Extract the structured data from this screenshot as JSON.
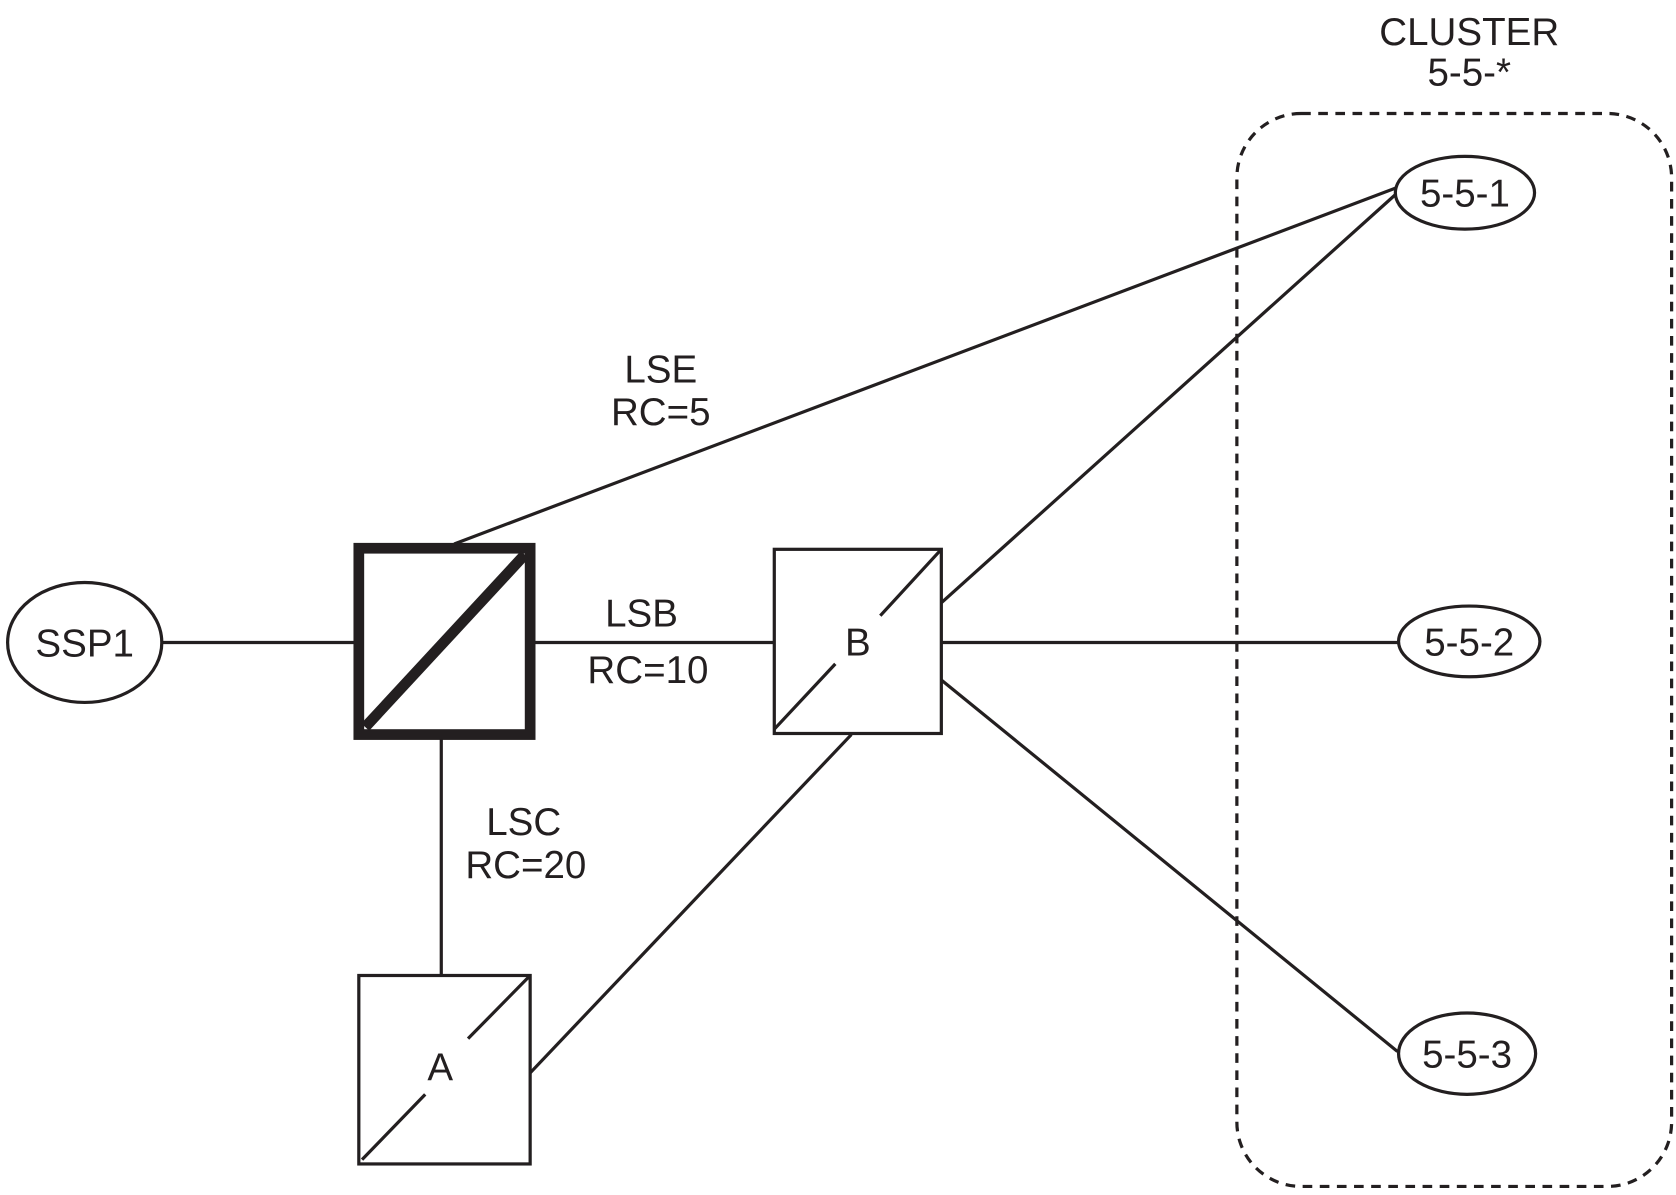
{
  "cluster": {
    "title": "CLUSTER",
    "code": "5-5-*"
  },
  "nodes": {
    "ssp1": {
      "label": "SSP1"
    },
    "stp_a": {
      "label": "A"
    },
    "stp_b": {
      "label": "B"
    },
    "dest_1": {
      "label": "5-5-1"
    },
    "dest_2": {
      "label": "5-5-2"
    },
    "dest_3": {
      "label": "5-5-3"
    }
  },
  "links": {
    "lse": {
      "name": "LSE",
      "cost": "RC=5"
    },
    "lsb": {
      "name": "LSB",
      "cost": "RC=10"
    },
    "lsc": {
      "name": "LSC",
      "cost": "RC=20"
    }
  }
}
